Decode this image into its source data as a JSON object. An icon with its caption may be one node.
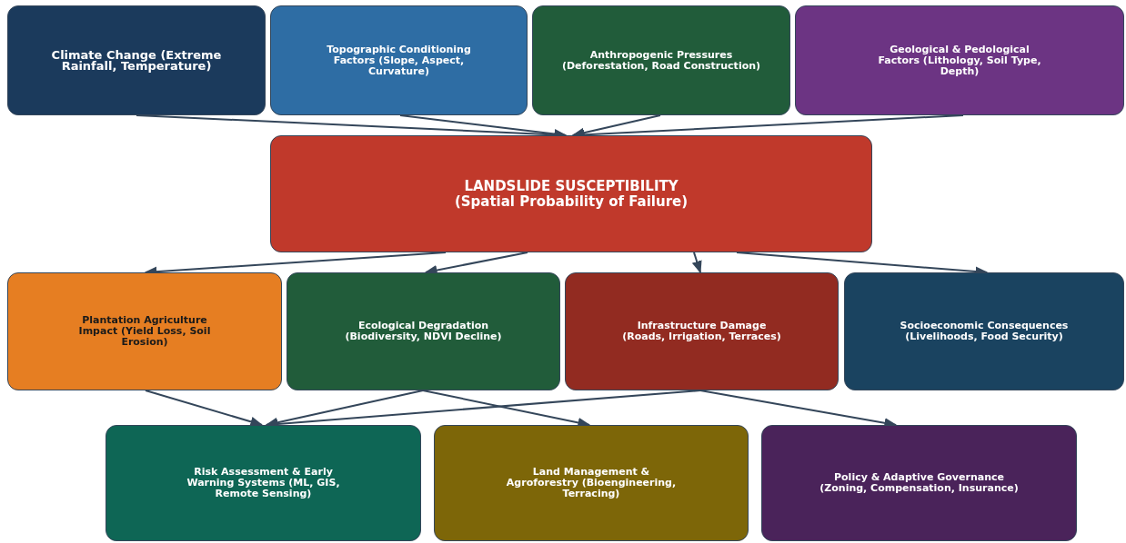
{
  "diagram": {
    "nodes": [
      {
        "text": [
          "Climate Change (Extreme Rainfall, Temperature)"
        ]
      },
      {
        "text": [
          "Topographic Conditioning Factors (Slope, Aspect, Curvature)"
        ]
      },
      {
        "text": [
          "Anthropogenic Pressures (Deforestation, Road Construction)"
        ]
      },
      {
        "text": [
          "Geological & Pedological Factors (Lithology, Soil Type, Depth)"
        ]
      },
      {
        "text": [
          "LANDSLIDE SUSCEPTIBILITY (Spatial Probability of Failure)"
        ]
      },
      {
        "text": [
          "Plantation Agriculture Impact (Yield Loss, Soil Erosion)"
        ]
      },
      {
        "text": [
          "Ecological Degradation (Biodiversity, NDVI Decline)"
        ]
      },
      {
        "text": [
          "Infrastructure Damage (Roads, Irrigation, Terraces)"
        ]
      },
      {
        "text": [
          "Socioeconomic Consequences (Livelihoods, Food Security)"
        ]
      },
      {
        "text": [
          "Risk Assessment & Early Warning Systems (ML, GIS, Remote Sensing)"
        ]
      },
      {
        "text": [
          "Land Management & Agroforestry (Bioengineering, Terracing)"
        ]
      },
      {
        "text": [
          "Policy & Adaptive Governance (Zoning, Compensation, Insurance)"
        ]
      }
    ],
    "edges": [
      {
        "from": 0,
        "to": 4,
        "arrow": "to"
      },
      {
        "from": 1,
        "to": 4,
        "arrow": "to"
      },
      {
        "from": 2,
        "to": 4,
        "arrow": "to"
      },
      {
        "from": 3,
        "to": 4,
        "arrow": "to"
      },
      {
        "from": 4,
        "to": 5,
        "arrow": "to"
      },
      {
        "from": 4,
        "to": 6,
        "arrow": "to"
      },
      {
        "from": 4,
        "to": 7,
        "arrow": "to"
      },
      {
        "from": 4,
        "to": 8,
        "arrow": "to"
      },
      {
        "from": 5,
        "to": 9,
        "arrow": "to"
      },
      {
        "from": 6,
        "to": 9,
        "arrow": "to"
      },
      {
        "from": 6,
        "to": 10,
        "arrow": "to"
      },
      {
        "from": 7,
        "to": 9,
        "arrow": "to"
      },
      {
        "from": 7,
        "to": 11,
        "arrow": "to"
      }
    ]
  }
}
